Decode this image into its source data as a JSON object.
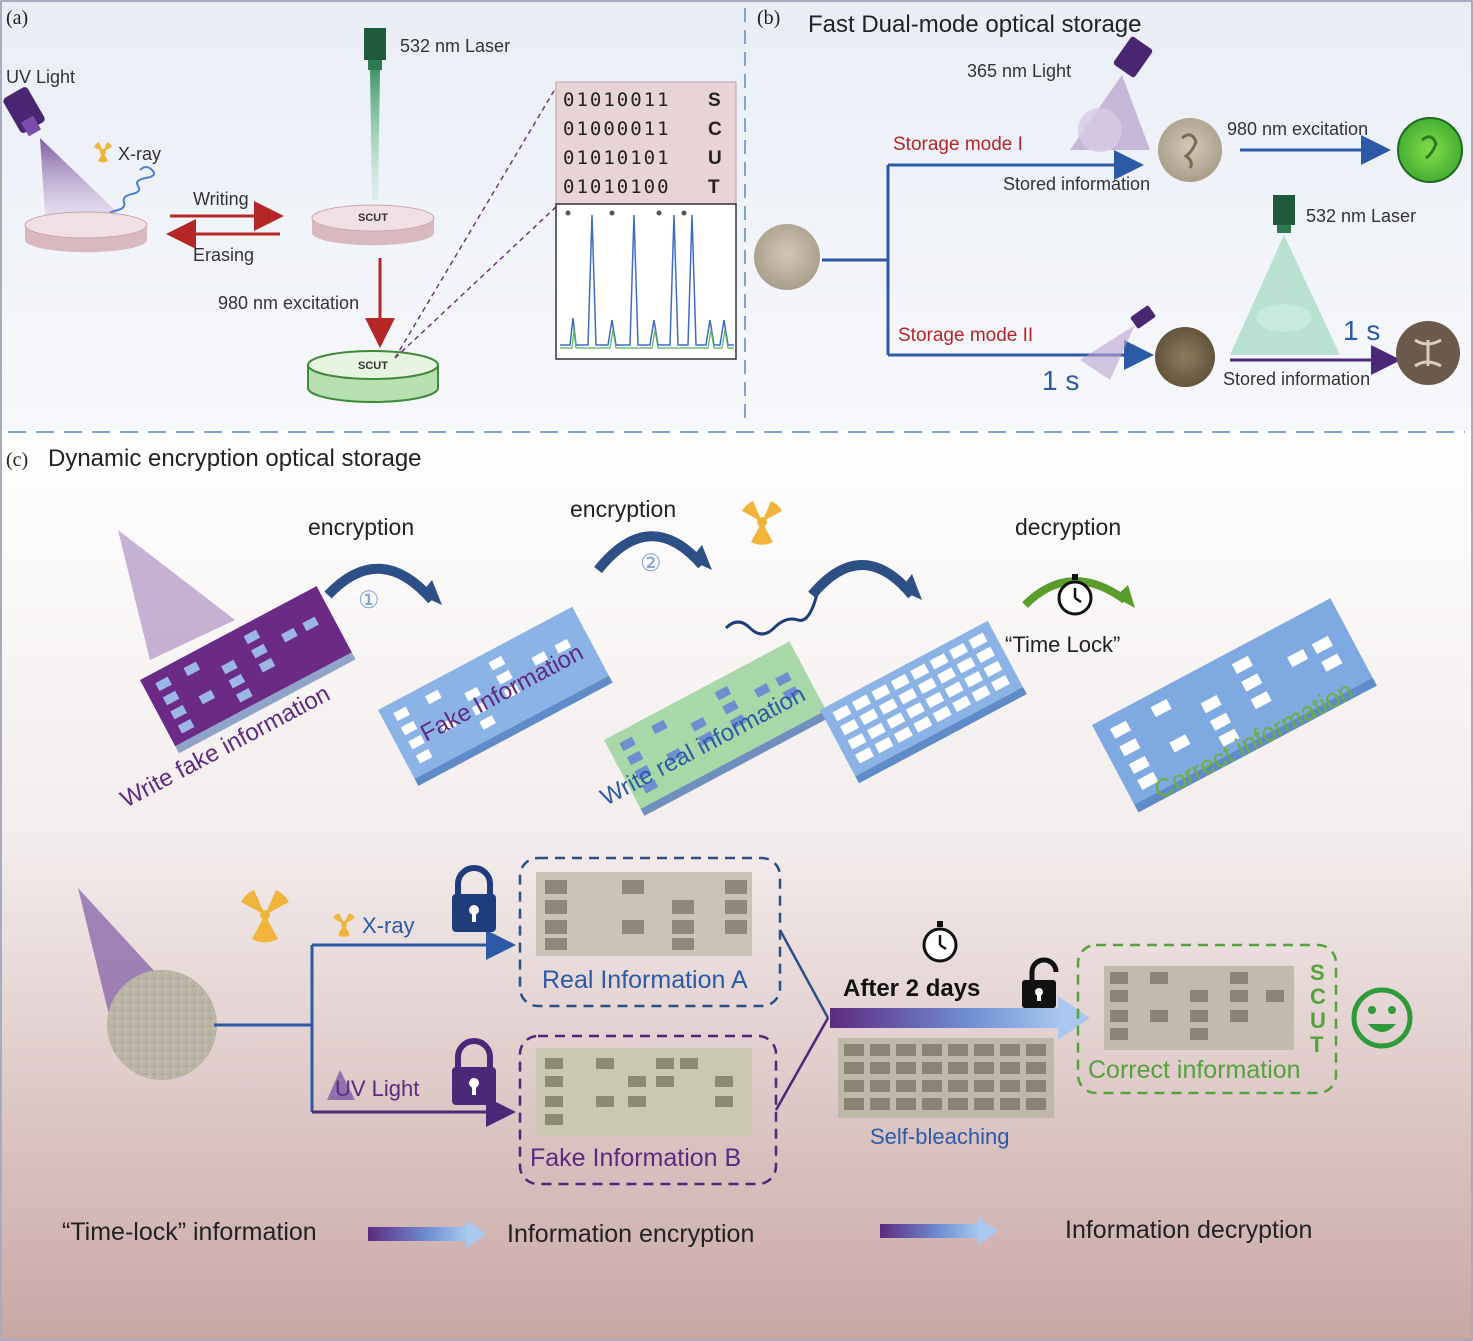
{
  "panel_a": {
    "label": "(a)",
    "uv_light": "UV Light",
    "xray": "X-ray",
    "laser": "532 nm Laser",
    "writing": "Writing",
    "erasing": "Erasing",
    "excitation": "980 nm excitation",
    "disc_text": "SCUT",
    "binary_rows": [
      {
        "bits": "01010011",
        "letter": "S"
      },
      {
        "bits": "01000011",
        "letter": "C"
      },
      {
        "bits": "01010101",
        "letter": "U"
      },
      {
        "bits": "01010100",
        "letter": "T"
      }
    ]
  },
  "panel_b": {
    "label": "(b)",
    "title": "Fast Dual-mode optical storage",
    "light_365": "365 nm Light",
    "mode1": "Storage mode I",
    "stored1": "Stored information",
    "excitation": "980 nm excitation",
    "laser": "532 nm Laser",
    "mode2": "Storage mode II",
    "time_left": "1 s",
    "time_right": "1 s",
    "stored2": "Stored information"
  },
  "panel_c": {
    "label": "(c)",
    "title": "Dynamic encryption optical storage",
    "encryption1": "encryption",
    "step1": "①",
    "encryption2": "encryption",
    "step2": "②",
    "decryption": "decryption",
    "time_lock": "“Time Lock”",
    "write_fake": "Write fake information",
    "fake_info": "Fake Information",
    "write_real": "Write real information",
    "correct": "Correct information",
    "xray": "X-ray",
    "uv_light": "UV Light",
    "real_a": "Real Information A",
    "fake_b": "Fake Information B",
    "after_days": "After 2 days",
    "self_bleach": "Self-bleaching",
    "correct2": "Correct information",
    "scut_letters": [
      "S",
      "C",
      "U",
      "T"
    ],
    "legend_time_lock": "“Time-lock” information",
    "legend_encrypt": "Information encryption",
    "legend_decrypt": "Information decryption"
  },
  "colors": {
    "blue_arrow": "#2c5aa6",
    "red_arrow": "#b52626",
    "purple": "#5e2a80",
    "green_text": "#56a23a",
    "chip_blue": "#6f9fd8",
    "radiation": "#f0b43a"
  }
}
